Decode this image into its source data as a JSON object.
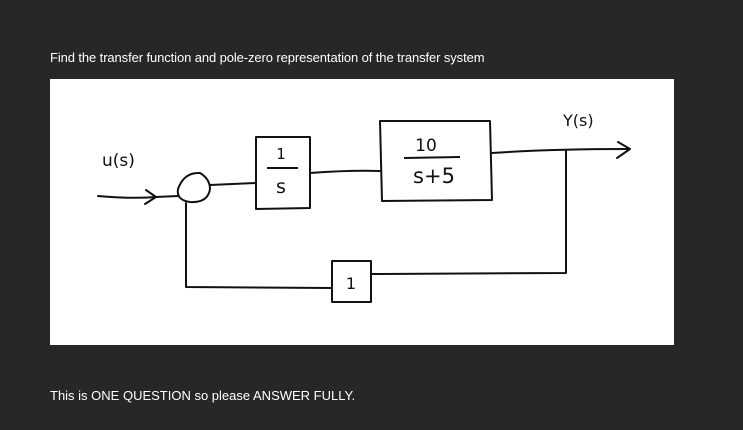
{
  "question": "Find the transfer function and pole-zero representation of the transfer system",
  "note": "This is ONE QUESTION so please ANSWER FULLY.",
  "diagram": {
    "input_label": "u(s)",
    "output_label": "Y(s)",
    "block1": {
      "numerator": "1",
      "denominator": "s"
    },
    "block2": {
      "numerator": "10",
      "denominator": "s+5"
    },
    "feedback_block": "1"
  }
}
